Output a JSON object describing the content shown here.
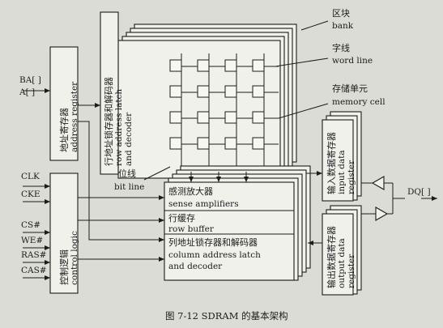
{
  "labels": {
    "bank_cn": "区块",
    "bank_en": "bank",
    "wordline_cn": "字线",
    "wordline_en": "word line",
    "memcell_cn": "存储单元",
    "memcell_en": "memory cell",
    "bitline_cn": "位线",
    "bitline_en": "bit line"
  },
  "inputs": {
    "address": [
      "BA[ ]",
      "A[ ]"
    ],
    "control": [
      "CLK",
      "CKE",
      "CS#",
      "WE#",
      "RAS#",
      "CAS#"
    ],
    "dq": "DQ[ ]"
  },
  "blocks": {
    "address_register": {
      "cn": "地址寄存器",
      "en": "address register"
    },
    "control_logic": {
      "cn": "控制逻辑",
      "en": "control logic"
    },
    "row_latch": {
      "cn": "行地址锁存器和解码器",
      "en1": "row address latch",
      "en2": "and decoder"
    },
    "sense_amp": {
      "cn": "感测放大器",
      "en": "sense amplifiers"
    },
    "row_buffer": {
      "cn": "行缓存",
      "en": "row buffer"
    },
    "col_latch": {
      "cn": "列地址锁存器和解码器",
      "en1": "column address latch",
      "en2": "and decoder"
    },
    "input_reg": {
      "cn": "输入数据寄存器",
      "en1": "input data",
      "en2": "register"
    },
    "output_reg": {
      "cn": "输出数据寄存器",
      "en1": "output data",
      "en2": "register"
    }
  },
  "caption": "图 7-12   SDRAM 的基本架构"
}
